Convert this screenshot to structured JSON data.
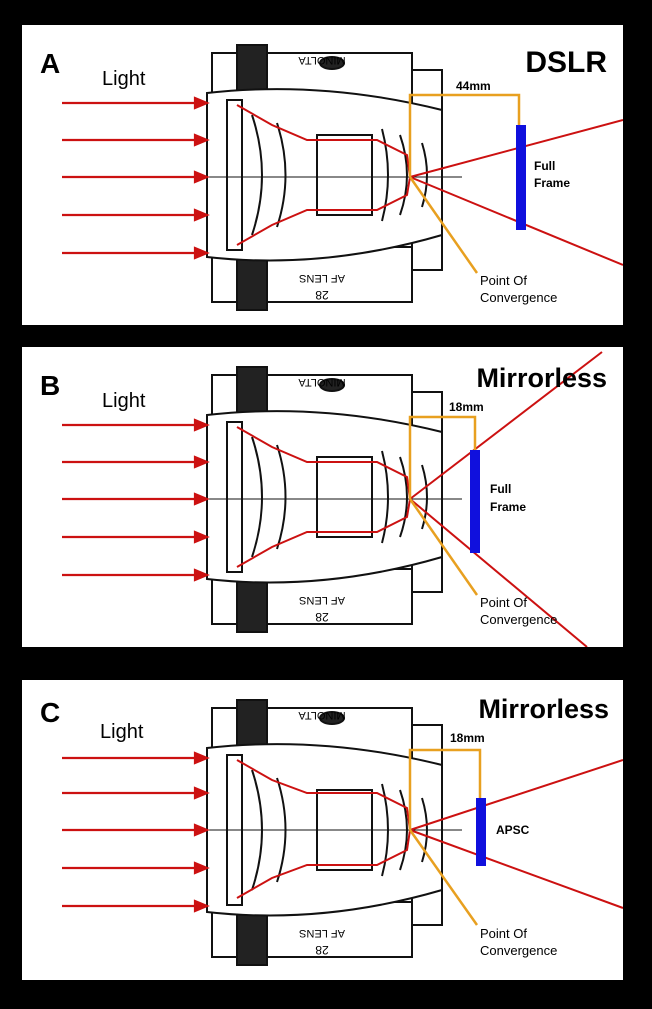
{
  "colors": {
    "background": "#000000",
    "panel": "#ffffff",
    "light_ray": "#cc1111",
    "bracket": "#e8a020",
    "sensor": "#1010dd",
    "lens_outline": "#111111"
  },
  "lens_engraving": {
    "top": "MINOLTA",
    "bottom_line1": "AF LENS",
    "bottom_line2": "28"
  },
  "panels": [
    {
      "letter": "A",
      "camera": "DSLR",
      "light_label": "Light",
      "distance_label": "44mm",
      "sensor_label_line1": "Full",
      "sensor_label_line2": "Frame",
      "convergence_line1": "Point Of",
      "convergence_line2": "Convergence"
    },
    {
      "letter": "B",
      "camera": "Mirrorless",
      "light_label": "Light",
      "distance_label": "18mm",
      "sensor_label_line1": "Full",
      "sensor_label_line2": "Frame",
      "convergence_line1": "Point Of",
      "convergence_line2": "Convergence"
    },
    {
      "letter": "C",
      "camera": "Mirrorless",
      "light_label": "Light",
      "distance_label": "18mm",
      "sensor_label_line1": "APSC",
      "sensor_label_line2": "",
      "convergence_line1": "Point Of",
      "convergence_line2": "Convergence"
    }
  ]
}
